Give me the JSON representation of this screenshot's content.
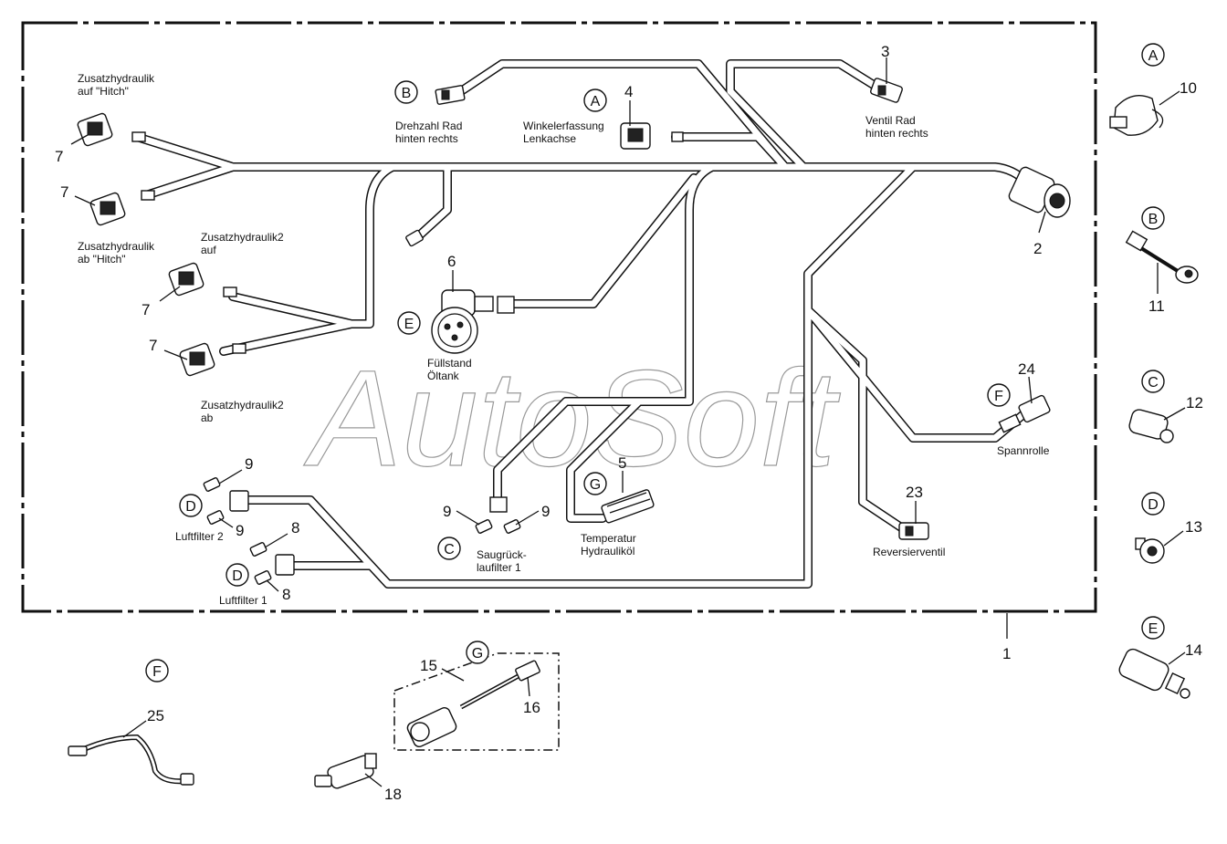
{
  "watermark": "AutoSoft",
  "labels": {
    "zh_auf_hitch_1": "Zusatzhydraulik",
    "zh_auf_hitch_2": "auf \"Hitch\"",
    "zh_ab_hitch_1": "Zusatzhydraulik",
    "zh_ab_hitch_2": "ab \"Hitch\"",
    "zh2_auf_1": "Zusatzhydraulik2",
    "zh2_auf_2": "auf",
    "zh2_ab_1": "Zusatzhydraulik2",
    "zh2_ab_2": "ab",
    "drehzahl_1": "Drehzahl Rad",
    "drehzahl_2": "hinten rechts",
    "winkel_1": "Winkelerfassung",
    "winkel_2": "Lenkachse",
    "ventil_1": "Ventil Rad",
    "ventil_2": "hinten rechts",
    "fuellstand_1": "Füllstand",
    "fuellstand_2": "Öltank",
    "spannrolle": "Spannrolle",
    "reversier": "Reversierventil",
    "temperatur_1": "Temperatur",
    "temperatur_2": "Hydrauliköl",
    "saug_1": "Saugrück-",
    "saug_2": "laufilter 1",
    "luftfilter2": "Luftfilter 2",
    "luftfilter1": "Luftfilter 1"
  },
  "callouts": {
    "n1": "1",
    "n2": "2",
    "n3": "3",
    "n4": "4",
    "n5": "5",
    "n6": "6",
    "n7a": "7",
    "n7b": "7",
    "n7c": "7",
    "n7d": "7",
    "n8a": "8",
    "n8b": "8",
    "n9a": "9",
    "n9b": "9",
    "n9c": "9",
    "n9d": "9",
    "n10": "10",
    "n11": "11",
    "n12": "12",
    "n13": "13",
    "n14": "14",
    "n15": "15",
    "n16": "16",
    "n18": "18",
    "n23": "23",
    "n24": "24",
    "n25": "25"
  },
  "letters": {
    "A_main": "A",
    "B_main": "B",
    "C_main": "C",
    "D_main1": "D",
    "D_main2": "D",
    "E_main": "E",
    "F_main": "F",
    "G_main": "G",
    "A_side": "A",
    "B_side": "B",
    "C_side": "C",
    "D_side": "D",
    "E_side": "E",
    "F_bottom": "F",
    "G_bottom": "G"
  }
}
